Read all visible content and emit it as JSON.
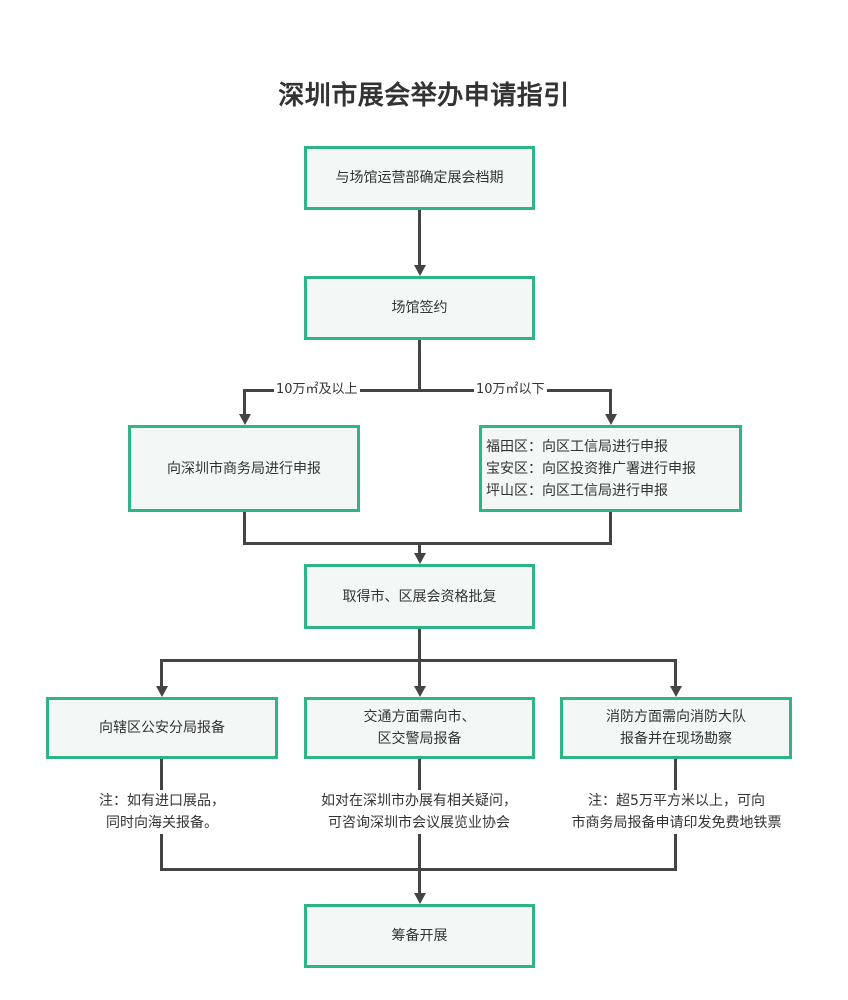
{
  "title": "深圳市展会举办申请指引",
  "colors": {
    "box_border": "#2fb489",
    "box_fill": "#f3f8f6",
    "connector": "#444444"
  },
  "nodes": {
    "confirm_schedule": "与场馆运营部确定展会档期",
    "venue_contract": "场馆签约",
    "city_report": "向深圳市商务局进行申报",
    "district_report": [
      "福田区：向区工信局进行申报",
      "宝安区：向区投资推广署进行申报",
      "坪山区：向区工信局进行申报"
    ],
    "approval": "取得市、区展会资格批复",
    "police_filing": "向辖区公安分局报备",
    "traffic_filing": [
      "交通方面需向市、",
      "区交警局报备"
    ],
    "fire_filing": [
      "消防方面需向消防大队",
      "报备并在现场勘察"
    ],
    "prepare": "筹备开展"
  },
  "edge_labels": {
    "large": "10万㎡及以上",
    "small": "10万㎡以下"
  },
  "notes": {
    "customs": [
      "注：如有进口展品，",
      "同时向海关报备。"
    ],
    "consult": [
      "如对在深圳市办展有相关疑问，",
      "可咨询深圳市会议展览业协会"
    ],
    "ticket": [
      "注：超5万平方米以上，可向",
      "市商务局报备申请印发免费地铁票"
    ]
  }
}
